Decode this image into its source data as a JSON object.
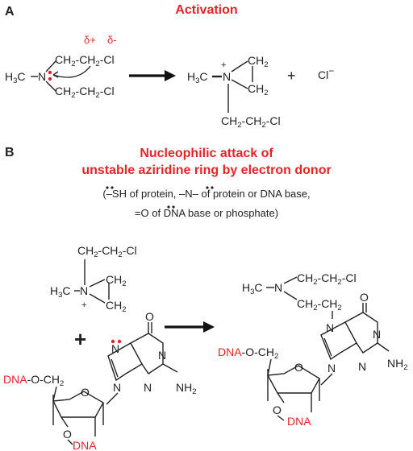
{
  "panelA": {
    "letter": "A",
    "title": "Activation",
    "delta_plus": "δ+",
    "delta_minus": "δ-",
    "left": {
      "methyl": "H",
      "methyl_sub": "3",
      "methyl_tail": "C",
      "n": "N",
      "arm_top": [
        "CH",
        "2",
        "-CH",
        "2",
        "-Cl"
      ],
      "arm_bottom": [
        "CH",
        "2",
        "-CH",
        "2",
        "-Cl"
      ]
    },
    "right": {
      "methyl": "H",
      "methyl_sub": "3",
      "methyl_tail": "C",
      "n": "N",
      "plus": "+",
      "ring_top": [
        "CH",
        "2"
      ],
      "ring_bottom": [
        "CH",
        "2"
      ],
      "chain": [
        "CH",
        "2",
        "-CH",
        "2",
        "-Cl"
      ]
    },
    "plus_sign": "+",
    "chloride": "Cl",
    "chloride_charge": "−"
  },
  "panelB": {
    "letter": "B",
    "title_line1": "Nucleophilic attack of",
    "title_line2": "unstable aziridine ring by electron donor",
    "note_line1": "(–SH of protein, –N– of protein or DNA base,",
    "note_line2": "=O of DNA base or phosphate)",
    "aziridinium": {
      "chain": [
        "CH",
        "2",
        "-CH",
        "2",
        "-Cl"
      ],
      "methyl": "H",
      "methyl_sub": "3",
      "methyl_tail": "C",
      "n": "N",
      "plus": "+",
      "ring_top": [
        "CH",
        "2"
      ],
      "ring_bottom": [
        "CH",
        "2"
      ]
    },
    "big_plus": "+",
    "guanine": {
      "n": "N",
      "o": "O",
      "nh2": "NH",
      "nh2_sub": "2",
      "dna_top": "DNA",
      "dna_link": "-O-",
      "ch2": "CH",
      "ch2_sub": "2",
      "ring_o": "O",
      "o_bottom": "O",
      "dna_bottom": "DNA"
    },
    "product": {
      "methyl": "H",
      "methyl_sub": "3",
      "methyl_tail": "C",
      "n": "N",
      "arm_top": [
        "CH",
        "2",
        "-CH",
        "2",
        "-Cl"
      ],
      "arm_bottom": [
        "CH",
        "2",
        "-CH",
        "2"
      ],
      "dna_top": "DNA",
      "dna_link": "-O-",
      "ch2": "CH",
      "ch2_sub": "2",
      "ring_o": "O",
      "o_bottom": "O",
      "dna_bottom": "DNA",
      "gn": "N",
      "go": "O",
      "nh2": "NH",
      "nh2_sub": "2"
    }
  },
  "colors": {
    "accent": "#e0262b",
    "ink": "#222222"
  }
}
